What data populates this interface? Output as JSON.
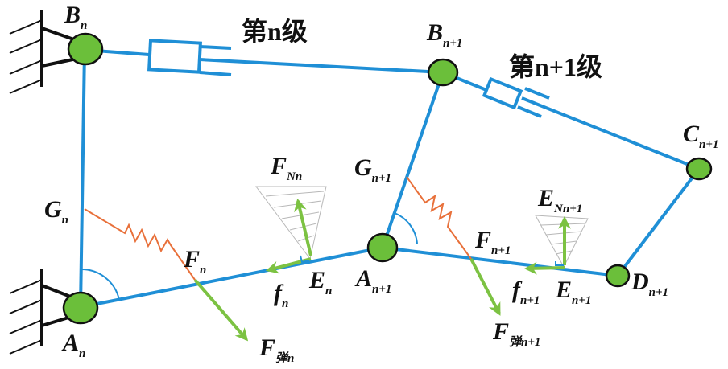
{
  "titles": {
    "stage_n": "第n级",
    "stage_n1": "第n+1级"
  },
  "labels": {
    "Bn": {
      "main": "B",
      "sub": "n"
    },
    "Bn1": {
      "main": "B",
      "sub": "n+1"
    },
    "Cn1": {
      "main": "C",
      "sub": "n+1"
    },
    "Gn": {
      "main": "G",
      "sub": "n"
    },
    "Gn1": {
      "main": "G",
      "sub": "n+1"
    },
    "An": {
      "main": "A",
      "sub": "n"
    },
    "An1": {
      "main": "A",
      "sub": "n+1"
    },
    "Dn1": {
      "main": "D",
      "sub": "n+1"
    },
    "Fn": {
      "main": "F",
      "sub": "n"
    },
    "Fn1": {
      "main": "F",
      "sub": "n+1"
    },
    "FNn": {
      "main": "F",
      "sub": "Nn"
    },
    "ENn1": {
      "main": "E",
      "sub": "Nn+1"
    },
    "En": {
      "main": "E",
      "sub": "n"
    },
    "En1": {
      "main": "E",
      "sub": "n+1"
    },
    "fn": {
      "main": "f",
      "sub": "n"
    },
    "fn1": {
      "main": "f",
      "sub": "n+1"
    },
    "Fspring_n": {
      "main": "F",
      "sub": "弹n"
    },
    "Fspring_n1": {
      "main": "F",
      "sub": "弹n+1"
    }
  },
  "colors": {
    "link": "#1f8fd6",
    "joint": "#6bbf3a",
    "force": "#7cc242",
    "spring": "#e8703a",
    "ground": "#111111",
    "cone": "#b0b0b0"
  }
}
